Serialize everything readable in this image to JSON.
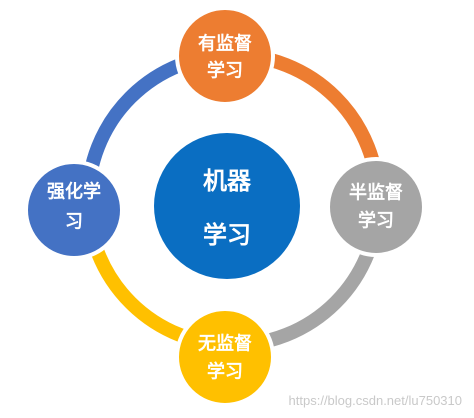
{
  "diagram": {
    "center": {
      "line1": "机器",
      "line2": "学习",
      "color": "#0A6EC2"
    },
    "nodes": {
      "top": {
        "line1": "有监督",
        "line2": "学习",
        "color": "#ED7D31"
      },
      "right": {
        "line1": "半监督",
        "line2": "学习",
        "color": "#A5A5A5"
      },
      "bottom": {
        "line1": "无监督",
        "line2": "学习",
        "color": "#FFC000"
      },
      "left": {
        "line1": "强化学",
        "line2": "习",
        "color": "#4472C4"
      }
    },
    "arcs": {
      "top_right": "#ED7D31",
      "right_bottom": "#A5A5A5",
      "bottom_left": "#FFC000",
      "left_top": "#4472C4"
    }
  },
  "watermark": "https://blog.csdn.net/lu750310"
}
